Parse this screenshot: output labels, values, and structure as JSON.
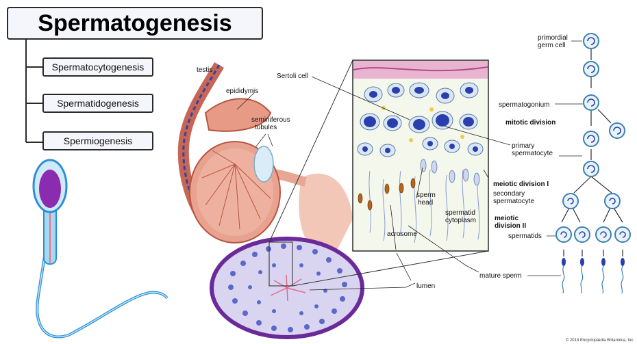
{
  "title": "Spermatogenesis",
  "phases": [
    "Spermatocytogenesis",
    "Spermatidogenesis",
    "Spermiogenesis"
  ],
  "labels": {
    "testis": "testis",
    "epididymis": "epididymis",
    "seminiferous_tubules": [
      "seminiferous",
      "tubules"
    ],
    "sertoli_cell": "Sertoli cell",
    "sperm_head": [
      "sperm",
      "head"
    ],
    "spermatid_cytoplasm": [
      "spermatid",
      "cytoplasm"
    ],
    "acrosome": "acrosome",
    "lumen": "lumen",
    "mature_sperm": "mature sperm",
    "primordial_germ_cell": [
      "primordial",
      "germ cell"
    ],
    "spermatogonium": "spermatogonium",
    "mitotic_division": "mitotic division",
    "primary_spermatocyte": [
      "primary",
      "spermatocyte"
    ],
    "meiotic_division_1": "meiotic division I",
    "secondary_spermatocyte": [
      "secondary",
      "spermatocyte"
    ],
    "meiotic_division_2": [
      "meiotic",
      "division II"
    ],
    "spermatids": "spermatids"
  },
  "copyright": "© 2013 Encyclopædia Britannica, Inc.",
  "colors": {
    "cell_fill": "#cfe6f2",
    "cell_outline": "#3a7fb0",
    "nucleus": "#2a3fae",
    "sperm_head": "#8a2bb0",
    "testis": "#e48c7a",
    "tubule_wall": "#6a2a9a",
    "tubule_fill": "#d9d4f0"
  }
}
